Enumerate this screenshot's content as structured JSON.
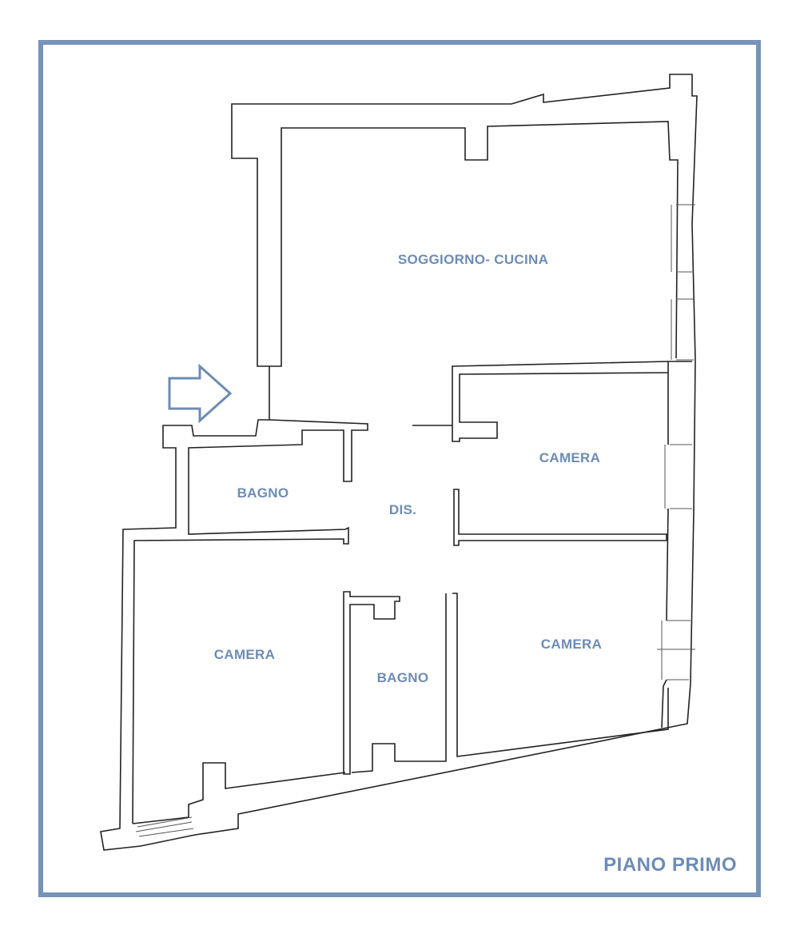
{
  "rooms": {
    "living_kitchen": "SOGGIORNO- CUCINA",
    "bedroom_east": "CAMERA",
    "bathroom_west": "BAGNO",
    "hallway": "DIS.",
    "bedroom_southwest": "CAMERA",
    "bathroom_south": "BAGNO",
    "bedroom_southeast": "CAMERA"
  },
  "floor_title": "PIANO PRIMO",
  "colors": {
    "frame": "#7693b9",
    "label": "#6d8cb4",
    "wall": "#222222"
  },
  "icons": {
    "entrance": "entrance-arrow-icon"
  }
}
